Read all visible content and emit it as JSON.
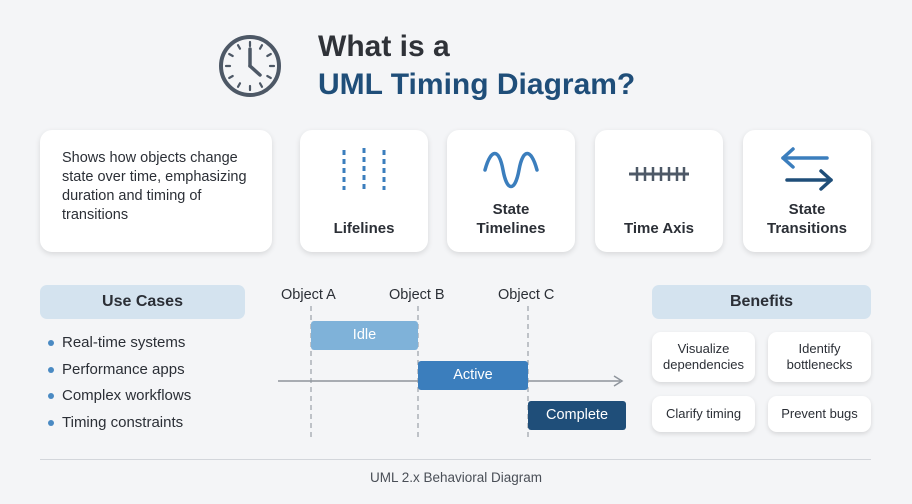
{
  "header": {
    "title_line1": "What is a",
    "title_line2": "UML Timing Diagram?"
  },
  "description": "Shows how objects change state over time, emphasizing duration and timing of transitions",
  "features": [
    {
      "label": "Lifelines",
      "icon": "lifelines-icon"
    },
    {
      "label": "State Timelines",
      "icon": "wave-icon"
    },
    {
      "label": "Time Axis",
      "icon": "time-axis-icon"
    },
    {
      "label": "State Transitions",
      "icon": "transition-arrows-icon"
    }
  ],
  "use_cases": {
    "title": "Use Cases",
    "items": [
      "Real-time systems",
      "Performance apps",
      "Complex workflows",
      "Timing constraints"
    ]
  },
  "timing": {
    "objects": [
      "Object A",
      "Object B",
      "Object C"
    ],
    "states": [
      {
        "label": "Idle",
        "color": "#7fb2d9"
      },
      {
        "label": "Active",
        "color": "#3b7ebd"
      },
      {
        "label": "Complete",
        "color": "#1f4e79"
      }
    ]
  },
  "benefits": {
    "title": "Benefits",
    "items": [
      "Visualize dependencies",
      "Identify bottlenecks",
      "Clarify timing",
      "Prevent bugs"
    ]
  },
  "footer": "UML 2.x Behavioral Diagram",
  "colors": {
    "navy": "#1f4e79",
    "accent": "#3b7ebd",
    "light_accent": "#7fb2d9",
    "header_fill": "#d4e3ef"
  }
}
